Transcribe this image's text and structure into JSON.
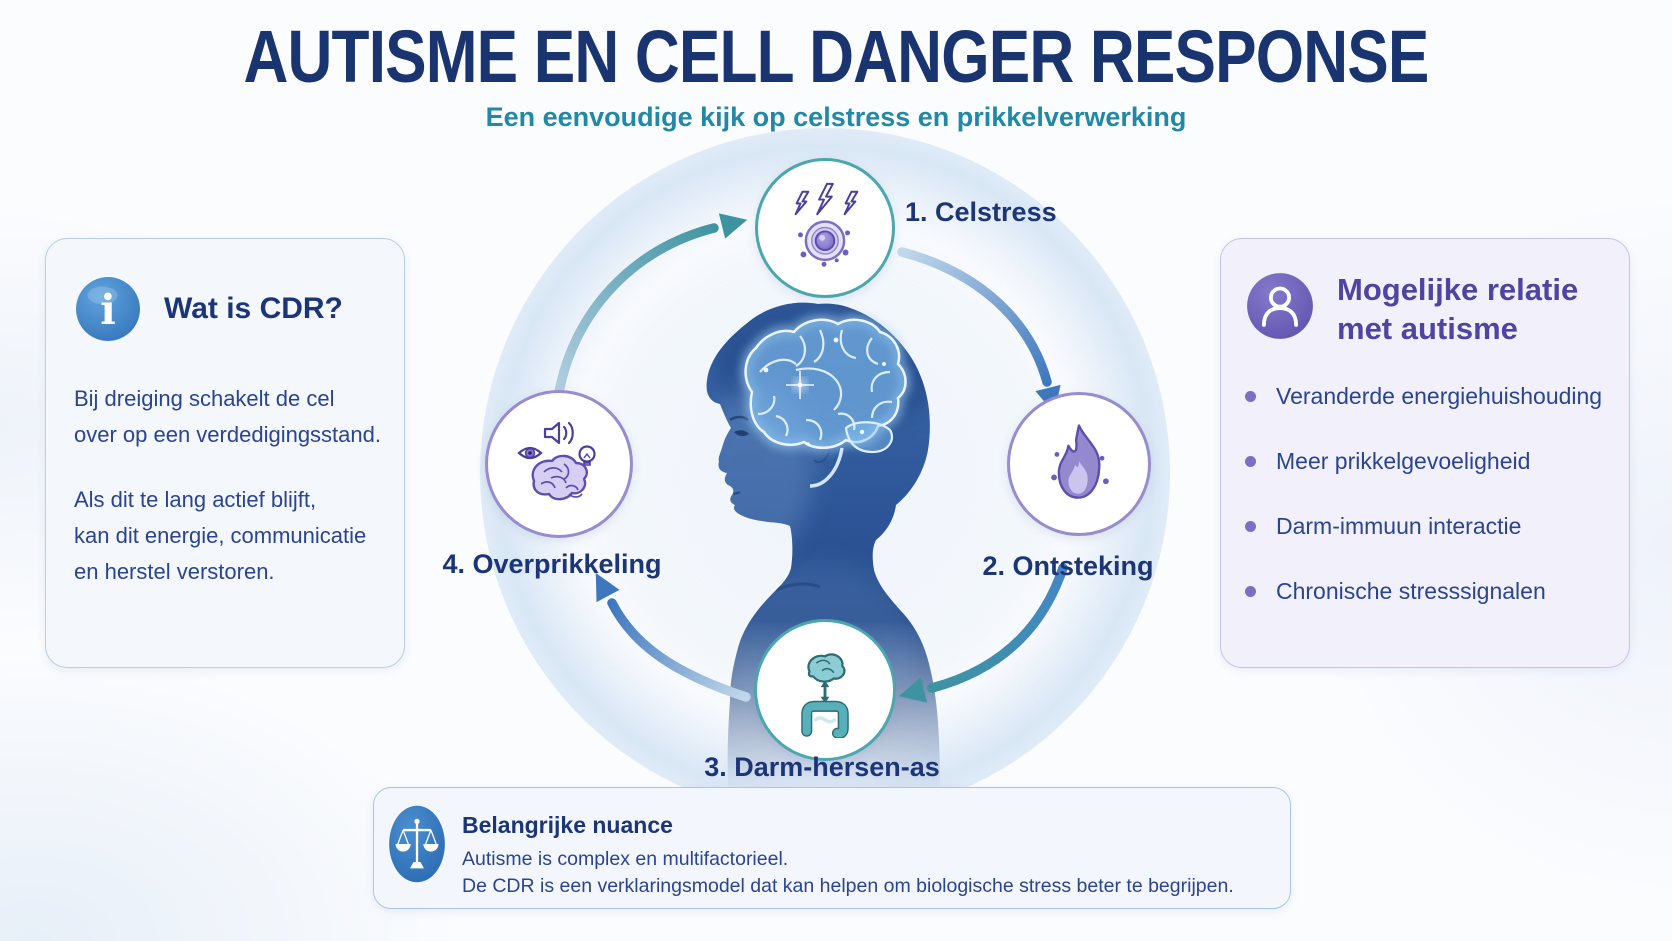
{
  "header": {
    "title": "AUTISME EN CELL DANGER RESPONSE",
    "subtitle": "Een eenvoudige kijk op celstress en prikkelverwerking"
  },
  "cycle": {
    "nodes": [
      {
        "label": "1. Celstress",
        "icon": "stressed-cell-icon"
      },
      {
        "label": "2. Ontsteking",
        "icon": "flame-icon"
      },
      {
        "label": "3. Darm-hersen-as",
        "icon": "gut-brain-icon"
      },
      {
        "label": "4. Overprikkeling",
        "icon": "overstimulated-brain-icon"
      }
    ]
  },
  "cards": {
    "cdr": {
      "icon": "info-icon",
      "title": "Wat is CDR?",
      "paragraphs": [
        {
          "lines": [
            "Bij dreiging schakelt de cel",
            "over op een verdedigingsstand."
          ]
        },
        {
          "lines": [
            "Als dit te lang actief blijft,",
            "kan dit energie, communicatie",
            "en herstel verstoren."
          ]
        }
      ]
    },
    "relation": {
      "icon": "person-icon",
      "title_lines": [
        "Mogelijke relatie",
        "met autisme"
      ],
      "bullets": [
        "Veranderde energiehuishouding",
        "Meer prikkelgevoeligheid",
        "Darm-immuun interactie",
        "Chronische stresssignalen"
      ]
    },
    "nuance": {
      "icon": "scales-icon",
      "title": "Belangrijke nuance",
      "lines": [
        "Autisme is complex en multifactorieel.",
        "De CDR is een verklaringsmodel dat kan helpen om biologische stress beter te begrijpen."
      ]
    }
  },
  "icons": {
    "info_glyph": "i"
  },
  "palette": {
    "title_navy": "#1a3470",
    "subtitle_teal": "#2189a6",
    "body_navy": "#2a4490",
    "purple_accent": "#4e44a1",
    "bullet_purple": "#7a6ec5",
    "teal_ring": "#4ba6ad",
    "purple_ring": "#978ccd",
    "arrow_teal": "#3e93a1",
    "arrow_blue": "#3e77bd",
    "info_blue": "#2e6cb4",
    "person_purple": "#5a4dab",
    "scales_blue": "#2563ac"
  }
}
